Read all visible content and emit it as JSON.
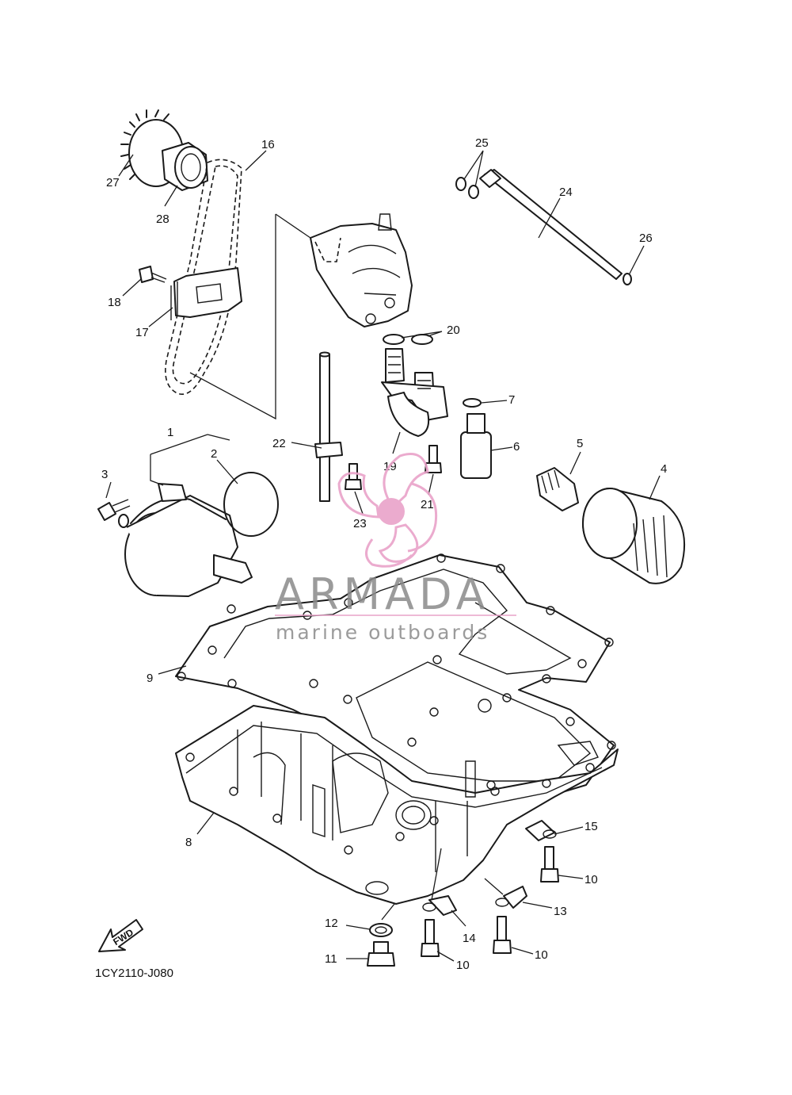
{
  "diagram_code": "1CY2110-J080",
  "fwd_label": "FWD",
  "watermark": {
    "brand": "ARMADA",
    "tagline": "marine outboards",
    "accent_color": "#e9a3c9",
    "line_color": "#8a8a8a"
  },
  "callouts": [
    {
      "id": "1",
      "text": "1"
    },
    {
      "id": "2",
      "text": "2"
    },
    {
      "id": "3",
      "text": "3"
    },
    {
      "id": "4",
      "text": "4"
    },
    {
      "id": "5",
      "text": "5"
    },
    {
      "id": "6",
      "text": "6"
    },
    {
      "id": "7",
      "text": "7"
    },
    {
      "id": "8",
      "text": "8"
    },
    {
      "id": "9",
      "text": "9"
    },
    {
      "id": "10a",
      "text": "10"
    },
    {
      "id": "10b",
      "text": "10"
    },
    {
      "id": "10c",
      "text": "10"
    },
    {
      "id": "11",
      "text": "11"
    },
    {
      "id": "12",
      "text": "12"
    },
    {
      "id": "13",
      "text": "13"
    },
    {
      "id": "14",
      "text": "14"
    },
    {
      "id": "15",
      "text": "15"
    },
    {
      "id": "16",
      "text": "16"
    },
    {
      "id": "17",
      "text": "17"
    },
    {
      "id": "18",
      "text": "18"
    },
    {
      "id": "19",
      "text": "19"
    },
    {
      "id": "20",
      "text": "20"
    },
    {
      "id": "21",
      "text": "21"
    },
    {
      "id": "22",
      "text": "22"
    },
    {
      "id": "23",
      "text": "23"
    },
    {
      "id": "24",
      "text": "24"
    },
    {
      "id": "25",
      "text": "25"
    },
    {
      "id": "26",
      "text": "26"
    },
    {
      "id": "27",
      "text": "27"
    },
    {
      "id": "28",
      "text": "28"
    }
  ]
}
